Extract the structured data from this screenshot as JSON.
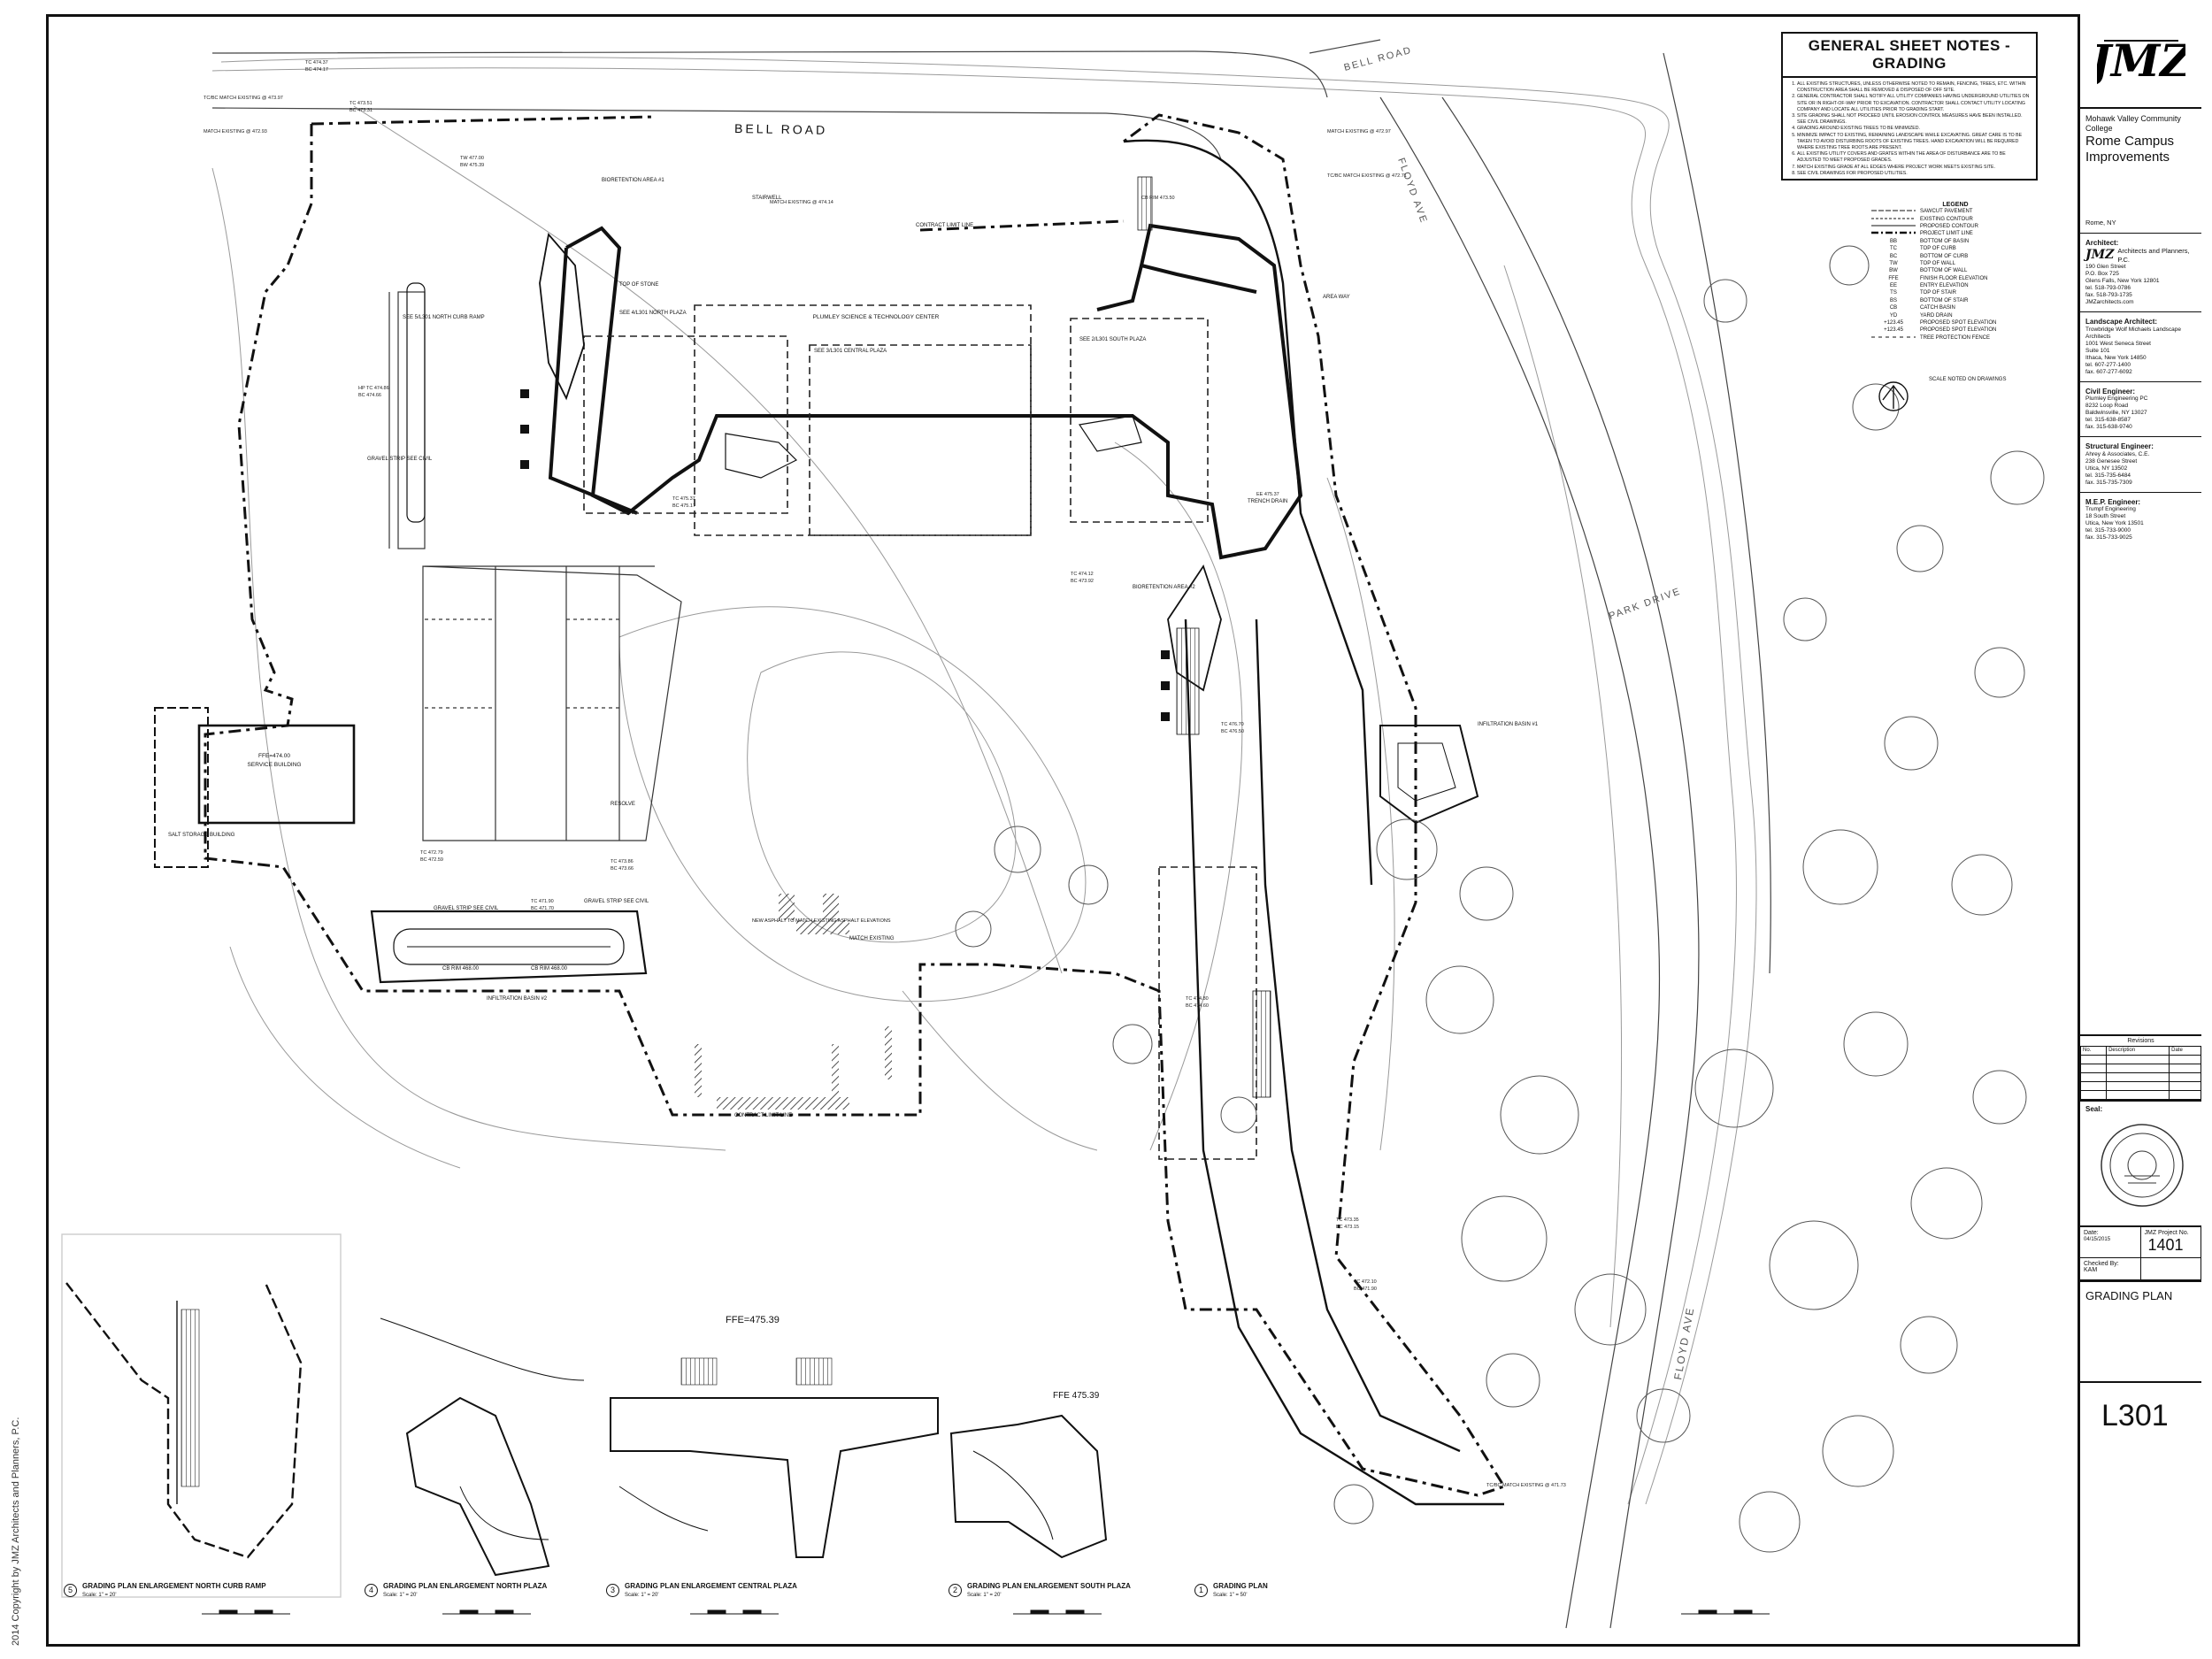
{
  "notes": {
    "title": "GENERAL SHEET NOTES - GRADING",
    "items": [
      "ALL EXISTING STRUCTURES, UNLESS OTHERWISE NOTED TO REMAIN, FENCING, TREES, ETC. WITHIN CONSTRUCTION AREA SHALL BE REMOVED & DISPOSED OF OFF SITE.",
      "GENERAL CONTRACTOR SHALL NOTIFY ALL UTILITY COMPANIES HAVING UNDERGROUND UTILITIES ON SITE OR IN RIGHT-OF-WAY PRIOR TO EXCAVATION. CONTRACTOR SHALL CONTACT UTILITY LOCATING COMPANY AND LOCATE ALL UTILITIES PRIOR TO GRADING START.",
      "SITE GRADING SHALL NOT PROCEED UNTIL EROSION CONTROL MEASURES HAVE BEEN INSTALLED. SEE CIVIL DRAWINGS.",
      "GRADING AROUND EXISTING TREES TO BE MINIMIZED.",
      "MINIMIZE IMPACT TO EXISTING, REMAINING LANDSCAPE WHILE EXCAVATING. GREAT CARE IS TO BE TAKEN TO AVOID DISTURBING ROOTS OF EXISTING TREES. HAND EXCAVATION WILL BE REQUIRED WHERE EXISTING TREE ROOTS ARE PRESENT.",
      "ALL EXISTING UTILITY COVERS AND GRATES WITHIN THE AREA OF DISTURBANCE ARE TO BE ADJUSTED TO MEET PROPOSED GRADES.",
      "MATCH EXISTING GRADE AT ALL EDGES WHERE PROJECT WORK MEETS EXISTING SITE.",
      "SEE CIVIL DRAWINGS FOR PROPOSED UTILITIES."
    ]
  },
  "legend": {
    "title": "LEGEND",
    "rows": [
      {
        "sym": "",
        "label": "SAWCUT PAVEMENT"
      },
      {
        "sym": "",
        "label": "EXISTING CONTOUR"
      },
      {
        "sym": "",
        "label": "PROPOSED CONTOUR"
      },
      {
        "sym": "",
        "label": "PROJECT LIMIT LINE"
      },
      {
        "sym": "BB",
        "label": "BOTTOM OF BASIN"
      },
      {
        "sym": "TC",
        "label": "TOP OF CURB"
      },
      {
        "sym": "BC",
        "label": "BOTTOM OF CURB"
      },
      {
        "sym": "TW",
        "label": "TOP OF WALL"
      },
      {
        "sym": "BW",
        "label": "BOTTOM OF WALL"
      },
      {
        "sym": "FFE",
        "label": "FINISH FLOOR ELEVATION"
      },
      {
        "sym": "EE",
        "label": "ENTRY ELEVATION"
      },
      {
        "sym": "TS",
        "label": "TOP OF STAIR"
      },
      {
        "sym": "BS",
        "label": "BOTTOM OF STAIR"
      },
      {
        "sym": "CB",
        "label": "CATCH BASIN"
      },
      {
        "sym": "YD",
        "label": "YARD DRAIN"
      },
      {
        "sym": "+123.45",
        "label": "PROPOSED SPOT ELEVATION"
      },
      {
        "sym": "+123.45",
        "label": "PROPOSED SPOT ELEVATION"
      },
      {
        "sym": "",
        "label": "TREE PROTECTION FENCE"
      }
    ],
    "scale_note": "SCALE NOTED ON DRAWINGS"
  },
  "plan_labels": {
    "bell_road": "BELL ROAD",
    "bell_road_2": "BELL ROAD",
    "floyd_ave": "FLOYD AVE",
    "floyd_ave_2": "FLOYD AVE",
    "park_drive": "PARK DRIVE",
    "building": "PLUMLEY SCIENCE & TECHNOLOGY CENTER",
    "service_building": "SERVICE BUILDING",
    "salt_storage": "SALT STORAGE BUILDING",
    "contract_limit_top": "CONTRACT LIMIT LINE",
    "contract_limit_bottom": "CONTRACT LIMIT LINE",
    "bioretention_1": "BIORETENTION AREA #1",
    "bioretention_2": "BIORETENTION AREA #2",
    "infiltration_40": "INFILTRATION BASIN #2",
    "infiltration_east": "INFILTRATION BASIN #1",
    "new_asphalt": "NEW ASPHALT TO MATCH EXISTING ASPHALT ELEVATIONS",
    "see_north": "SEE 4/L301 NORTH PLAZA",
    "see_central": "SEE 3/L301 CENTRAL PLAZA",
    "see_south": "SEE 2/L301 SOUTH PLAZA",
    "see_curb": "SEE 5/L301 NORTH CURB RAMP",
    "gravel_strip": "GRAVEL STRIP SEE CIVIL",
    "resolve": "RESOLVE",
    "ffe_service": "FFE=474.00",
    "ffe_central": "FFE=475.39",
    "ffe_south": "FFE 475.39",
    "cb_rim_468": "CB RIM 468.00",
    "cb_rim_468b": "CB RIM 468.00",
    "match_existing": "MATCH EXISTING",
    "trench_drain": "TRENCH DRAIN",
    "top_of_stone": "TOP OF STONE",
    "stairwell": "STAIRWELL",
    "area_way": "AREA WAY",
    "sample_spots": [
      "TC 474.37",
      "BC 474.17",
      "TC/BC MATCH EXISTING @ 473.97",
      "MATCH EXISTING @ 472.93",
      "TC 473.51",
      "BC 473.31",
      "HP TC 474.86",
      "BC 474.66",
      "TW 477.00",
      "BW 475.39",
      "TC 472.79",
      "BC 472.59",
      "TC 473.86",
      "BC 473.66",
      "MATCH EXISTING @ 474.14",
      "TC 475.37",
      "BC 475.17",
      "CB RIM 473.50",
      "TC 471.90",
      "BC 471.70",
      "TC 474.80",
      "BC 474.60",
      "TC/BC MATCH EXISTING @ 472.71",
      "MATCH EXISTING @ 472.97",
      "TC 472.10",
      "BC 471.90",
      "TC 473.35",
      "BC 473.15",
      "TC/BC MATCH EXISTING @ 471.73",
      "TC 476.70",
      "BC 476.50",
      "EE 475.37",
      "TC 474.12",
      "BC 473.92"
    ]
  },
  "views": [
    {
      "num": "5",
      "title": "GRADING PLAN ENLARGEMENT NORTH CURB RAMP",
      "scale": "Scale: 1\" = 20'"
    },
    {
      "num": "4",
      "title": "GRADING PLAN ENLARGEMENT NORTH PLAZA",
      "scale": "Scale: 1\" = 20'"
    },
    {
      "num": "3",
      "title": "GRADING PLAN ENLARGEMENT CENTRAL PLAZA",
      "scale": "Scale: 1\" = 20'"
    },
    {
      "num": "2",
      "title": "GRADING PLAN ENLARGEMENT SOUTH PLAZA",
      "scale": "Scale: 1\" = 20'"
    },
    {
      "num": "1",
      "title": "GRADING PLAN",
      "scale": "Scale: 1\" = 50'"
    }
  ],
  "title_block": {
    "logo": "JMZ",
    "client": "Mohawk Valley Community College",
    "project": "Rome Campus Improvements",
    "location": "Rome, NY",
    "architect_hd": "Architect:",
    "architect": "Architects and Planners, P.C.",
    "architect_addr": "190 Glen Street\nP.O. Box 725\nGlens Falls, New York 12801\ntel. 518-793-0786\nfax. 518-793-1735\nJMZarchitects.com",
    "landscape_hd": "Landscape Architect:",
    "landscape": "Trowbridge Wolf Michaels Landscape Architects\n1001 West Seneca Street\nSuite 101\nIthaca, New York 14850\ntel. 607-277-1400\nfax. 607-277-6092",
    "civil_hd": "Civil Engineer:",
    "civil": "Plumley Engineering PC\n8232 Loop Road\nBaldwinsville, NY 13027\ntel. 315-638-8587\nfax. 315-638-9740",
    "structural_hd": "Structural Engineer:",
    "structural": "Ahrey & Associates, C.E.\n238 Genesee Street\nUtica, NY 13502\ntel. 315-735-6484\nfax. 315-735-7309",
    "mep_hd": "M.E.P. Engineer:",
    "mep": "Trumpf Engineering\n18 South Street\nUtica, New York 13501\ntel. 315-733-9000\nfax. 315-733-9025",
    "revisions_hd": "Revisions",
    "rev_cols": [
      "No.",
      "Description",
      "Date"
    ],
    "seal_hd": "Seal:",
    "date_hd": "Date:",
    "date": "04/15/2015",
    "proj_no_hd": "JMZ Project No.",
    "proj_no": "1401",
    "checked_hd": "Checked By:",
    "checked": "KAM",
    "sheet_title": "GRADING PLAN",
    "sheet_no": "L301"
  },
  "copyright": "2014 Copyright by   JMZ Architects and Planners, P.C."
}
